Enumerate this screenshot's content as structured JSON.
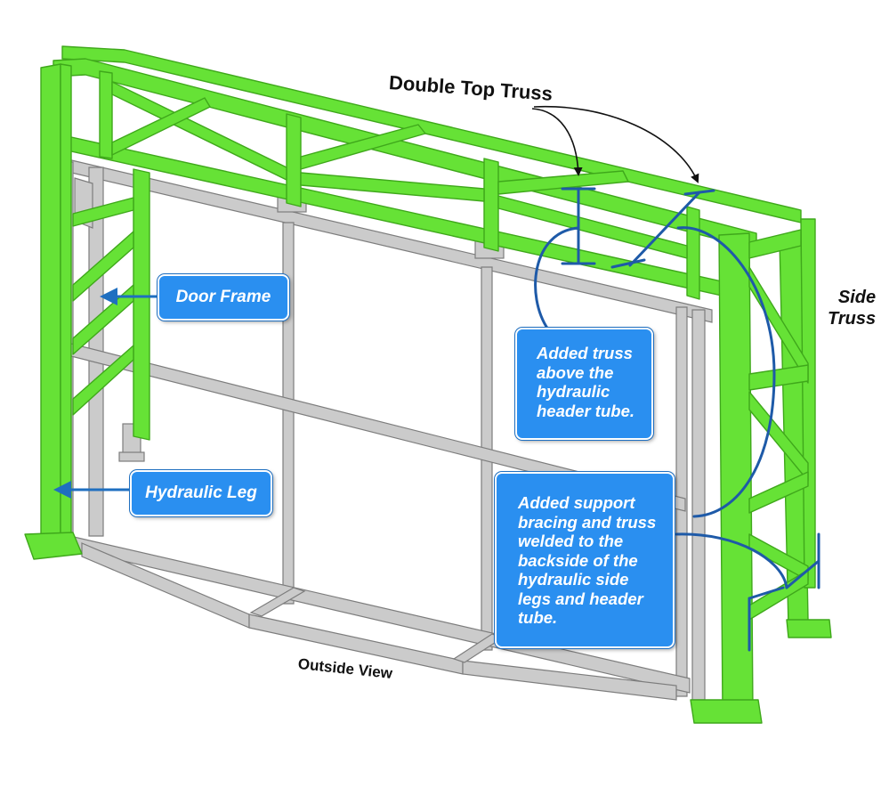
{
  "labels": {
    "double_top_truss": "Double Top Truss",
    "side_truss_line1": "Side",
    "side_truss_line2": "Truss",
    "door_frame": "Door Frame",
    "hydraulic_leg": "Hydraulic Leg",
    "outside_view": "Outside View",
    "added_truss": [
      "Added truss",
      "above the",
      "hydraulic",
      "header tube."
    ],
    "added_support": [
      "Added support",
      "bracing and truss",
      "welded to the",
      "backside of the",
      "hydraulic side",
      "legs and header",
      "tube."
    ]
  },
  "colors": {
    "steel_green": "#66e236",
    "steel_green_dark": "#3fa81b",
    "door_frame_gray": "#c9c9c9",
    "callout_blue": "#2a8ff0",
    "arrow_blue": "#1f6fc0",
    "bracket_blue": "#1e5aa8"
  }
}
